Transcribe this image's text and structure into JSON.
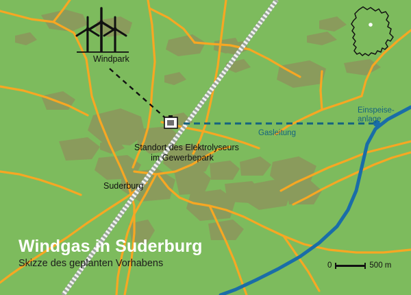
{
  "map": {
    "title": "Windgas in Suderburg",
    "subtitle": "Skizze des geplanten Vorhabens",
    "labels": {
      "windpark": "Windpark",
      "town": "Suderburg",
      "electrolyser_line1": "Standort des Elektrolyseurs",
      "electrolyser_line2": "im Gewerbepark",
      "gas_pipeline": "Gasleitung",
      "feedin_line1": "Einspeise-",
      "feedin_line2": "anlage"
    },
    "scale": {
      "start": "0",
      "end": "500 m"
    },
    "colors": {
      "background_green": "#7dbb5d",
      "settlement_olive": "#8a9b5c",
      "road_orange": "#f7a723",
      "pipeline_blue": "#1a6da8",
      "gas_dashed_blue": "#14627f",
      "railway_white": "#f2f2f2",
      "title_white": "#ffffff",
      "text_dark": "#111111"
    },
    "icons": {
      "windpark": "wind-turbine-icon",
      "electrolyser": "plant-building-icon",
      "inset": "germany-outline-icon",
      "inset_marker": "location-dot-icon"
    }
  }
}
